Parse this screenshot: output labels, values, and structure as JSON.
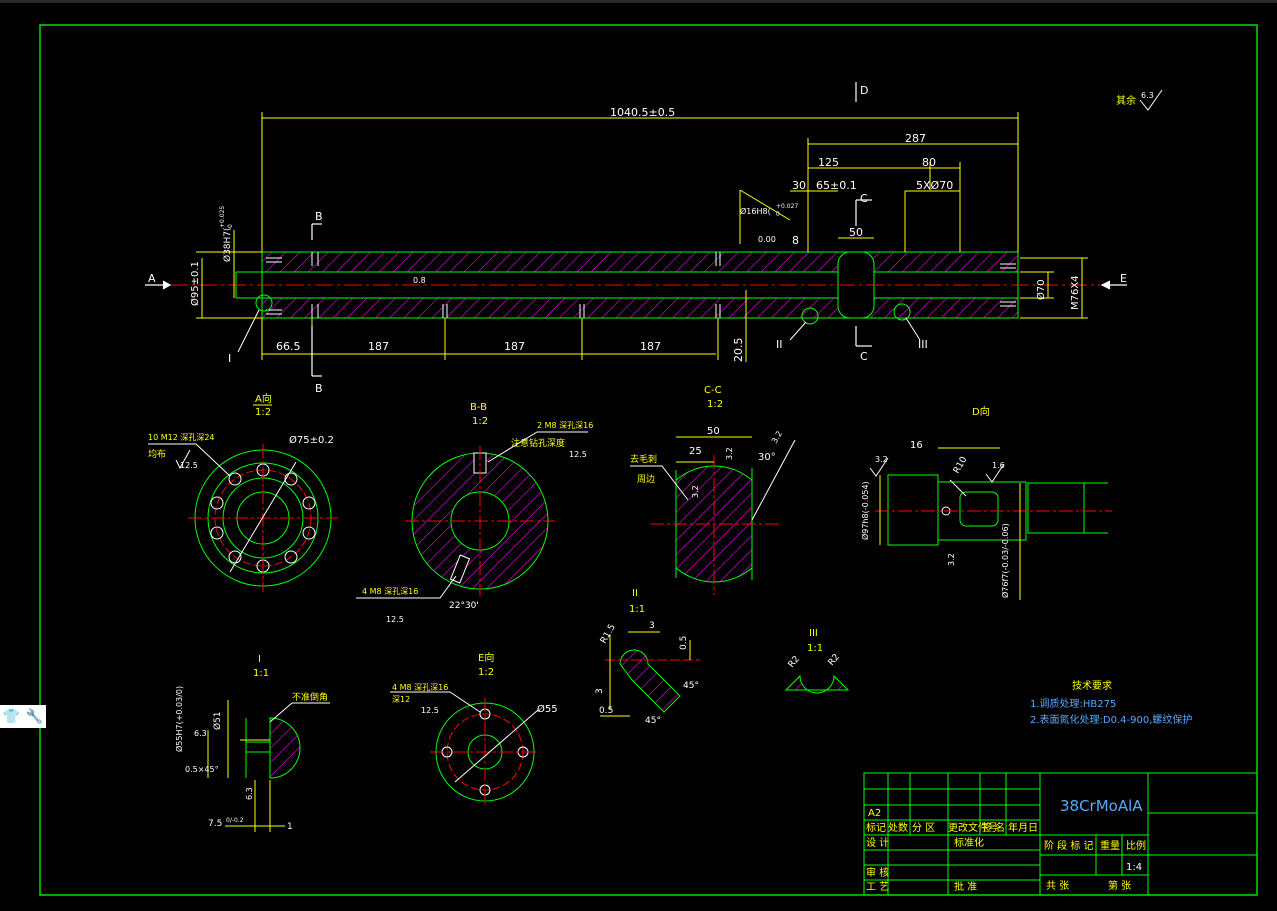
{
  "labels": {
    "overall_length": "1040.5±0.5",
    "dim_287": "287",
    "dim_125": "125",
    "dim_80": "80",
    "dim_30": "30",
    "dim_65": "65±0.1",
    "dim_5x70": "5XØ70",
    "dim_50": "50",
    "dim_8": "8",
    "dim_tol_bore": "Ø16H8(",
    "dim_tol_bore_sup": "+0.027",
    "dim_tol_bore_sub": "0",
    "datum_flat": "0.00",
    "dim_d38": "Ø38H7(",
    "dim_d38_tol": "+0.025",
    "dim_d38_zero": "0",
    "dim_d95": "Ø95±0.1",
    "dim_d70": "Ø70",
    "dim_m76": "M76X4",
    "center_0_8": "0.8",
    "dim_66_5": "66.5",
    "dim_187a": "187",
    "dim_187b": "187",
    "dim_187c": "187",
    "dim_20_5": "20.5",
    "view_a": "A",
    "view_b": "B",
    "view_c": "C",
    "view_d": "D",
    "view_e": "E",
    "detail_I": "I",
    "detail_II": "II",
    "detail_III": "III",
    "roughness_rest": "其余",
    "roughness_rest_val": "6.3",
    "viewA_title": "A向",
    "viewA_scale": "1:2",
    "viewA_note1": "10 M12 深孔深24",
    "viewA_note2": "均布",
    "viewA_rough": "12.5",
    "viewA_dia": "Ø75±0.2",
    "viewBB_title": "B-B",
    "viewBB_scale": "1:2",
    "viewBB_note1": "2 M8 深孔深16",
    "viewBB_note2": "注意钻孔深度",
    "viewBB_rough1": "12.5",
    "viewBB_note3": "4 M8 深孔深16",
    "viewBB_rough2": "12.5",
    "viewBB_angle": "22°30'",
    "viewCC_title": "C-C",
    "viewCC_scale": "1:2",
    "viewCC_dim50": "50",
    "viewCC_dim25": "25",
    "viewCC_rough1": "3.2",
    "viewCC_angle": "30°",
    "viewCC_rough2": "3.2",
    "viewCC_note1": "去毛刺",
    "viewCC_note2": "周边",
    "viewCC_rough3": "3.2",
    "viewD_title": "D向",
    "viewD_dim16": "16",
    "viewD_r10": "R10",
    "viewD_rough1": "3.2",
    "viewD_rough2": "1.6",
    "viewD_rough3": "3.2",
    "viewD_dia1": "Ø97h8(-0.054)",
    "viewD_dia2": "Ø76f7(-0.03/-0.06)",
    "detI_title": "I",
    "detI_scale": "1:1",
    "detI_dia1": "Ø55H7(+0.03/0)",
    "detI_dia2": "Ø51",
    "detI_rough1": "6.3",
    "detI_note": "不准倒角",
    "detI_chamfer": "0.5×45°",
    "detI_rough2": "6.3",
    "detI_dim75": "7.5",
    "detI_dim75_tol": "0/-0.2",
    "detI_dim1": "1",
    "viewE_title": "E向",
    "viewE_scale": "1:2",
    "viewE_note1": "4 M8 深孔深16",
    "viewE_note2": "深12",
    "viewE_rough": "12.5",
    "viewE_dia": "Ø55",
    "detII_title": "II",
    "detII_scale": "1:1",
    "detII_r15": "R1.5",
    "detII_dim3a": "3",
    "detII_dim05a": "0.5",
    "detII_dim3b": "3",
    "detII_dim05b": "0.5",
    "detII_ang1": "45°",
    "detII_ang2": "45°",
    "detIII_title": "III",
    "detIII_scale": "1:1",
    "detIII_r2a": "R2",
    "detIII_r2b": "R2",
    "tech_title": "技术要求",
    "tech_req1": "1.调质处理:HB275",
    "tech_req2": "2.表面氮化处理:D0.4-900,螺纹保护",
    "tb_material": "38CrMoAlA",
    "tb_mark": "标记",
    "tb_count": "处数",
    "tb_zone": "分 区",
    "tb_docno": "更改文件号",
    "tb_sign": "签 名",
    "tb_date": "年月日",
    "tb_design": "设 计",
    "tb_std": "标准化",
    "tb_stage": "阶 段 标 记",
    "tb_weight": "重量",
    "tb_scale_label": "比例",
    "tb_scale_val": "1:4",
    "tb_check": "审 核",
    "tb_process": "工 艺",
    "tb_approve": "批 准",
    "tb_total": "共 张",
    "tb_sheet": "第 张",
    "tb_a2": "A2"
  },
  "colors": {
    "frame": "#00ff00",
    "dim": "#ffff00",
    "text_white": "#ffffff",
    "hatch": "#ff00ff",
    "center": "#ff0000",
    "blue_text": "#55aaff"
  },
  "sidebar": {
    "icons": [
      "shirt-icon",
      "wrench-icon"
    ]
  }
}
